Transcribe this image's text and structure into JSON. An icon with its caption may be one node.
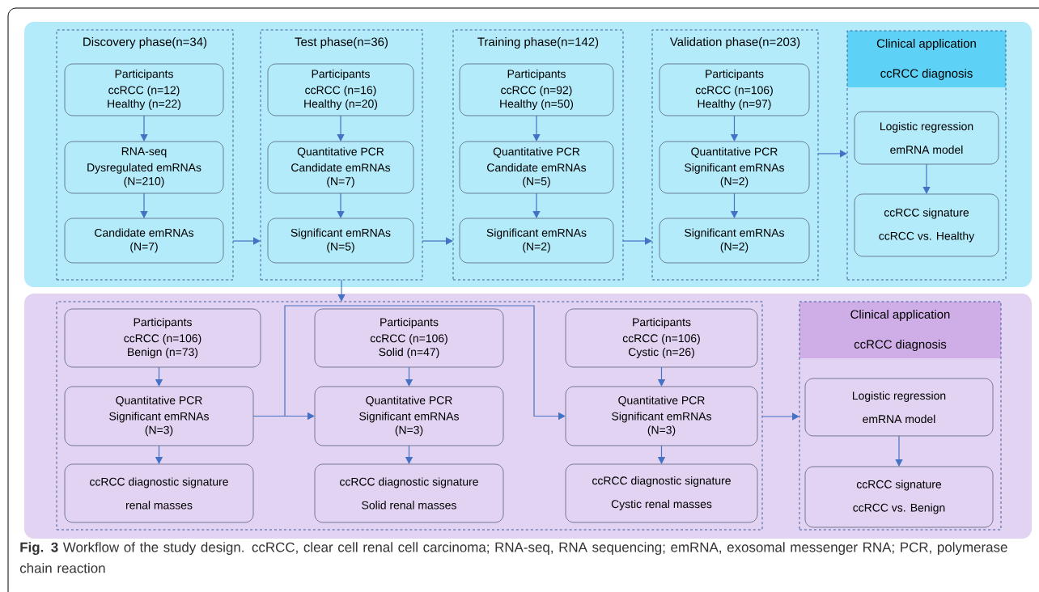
{
  "diagram": {
    "caption": "**Fig. 3** Workflow of the study design. ccRCC, clear cell renal cell carcinoma; RNA-seq, RNA sequencing; emRNA, exosomal messenger RNA; PCR, polymerase chain reaction",
    "nodes": [
      {
        "text": [
          "Discovery phase(n=34)"
        ]
      },
      {
        "text": [
          "Participants",
          "ccRCC (n=12) Healthy (n=22)"
        ],
        "in": 0
      },
      {
        "text": [
          "RNA-seq",
          "Dysregulated emRNAs (N=210)"
        ],
        "in": 0
      },
      {
        "text": [
          "Candidate emRNAs (N=7)"
        ],
        "in": 0
      },
      {
        "text": [
          "Test phase(n=36)"
        ]
      },
      {
        "text": [
          "Participants",
          "ccRCC (n=16) Healthy (n=20)"
        ],
        "in": 4
      },
      {
        "text": [
          "Quantitative PCR",
          "Candidate emRNAs (N=7)"
        ],
        "in": 4
      },
      {
        "text": [
          "Significant emRNAs (N=5)"
        ],
        "in": 4
      },
      {
        "text": [
          "Training phase(n=142)"
        ]
      },
      {
        "text": [
          "Participants",
          "ccRCC (n=92) Healthy (n=50)"
        ],
        "in": 8
      },
      {
        "text": [
          "Quantitative PCR",
          "Candidate emRNAs (N=5)"
        ],
        "in": 8
      },
      {
        "text": [
          "Significant emRNAs (N=2)"
        ],
        "in": 8
      },
      {
        "text": [
          "Validation phase(n=203)"
        ]
      },
      {
        "text": [
          "Participants",
          "ccRCC (n=106) Healthy (n=97)"
        ],
        "in": 12
      },
      {
        "text": [
          "Quantitative PCR",
          "Significant emRNAs (N=2)"
        ],
        "in": 12
      },
      {
        "text": [
          "Significant emRNAs (N=2)"
        ],
        "in": 12
      },
      {
        "text": [
          "Clinical application",
          "ccRCC diagnosis"
        ]
      },
      {
        "text": [
          "Logistic regression",
          "emRNA model"
        ],
        "in": 16
      },
      {
        "text": [
          "ccRCC signature",
          "ccRCC vs. Healthy"
        ],
        "in": 16
      },
      {
        "text": [],
        "shape": "box"
      },
      {
        "text": [
          "Participants",
          "ccRCC (n=106) Benign (n=73)"
        ],
        "in": 19
      },
      {
        "text": [
          "Quantitative PCR",
          "Significant emRNAs (N=3)"
        ],
        "in": 19
      },
      {
        "text": [
          "ccRCC diagnostic signature",
          "renal masses"
        ],
        "in": 19
      },
      {
        "text": [
          "Participants",
          "ccRCC (n=106) Solid (n=47)"
        ],
        "in": 19
      },
      {
        "text": [
          "Quantitative PCR",
          "Significant emRNAs (N=3)"
        ],
        "in": 19
      },
      {
        "text": [
          "ccRCC diagnostic signature",
          "Solid renal masses"
        ],
        "in": 19
      },
      {
        "text": [
          "Participants",
          "ccRCC (n=106) Cystic (n=26)"
        ],
        "in": 19
      },
      {
        "text": [
          "Quantitative PCR",
          "Significant emRNAs (N=3)"
        ],
        "in": 19
      },
      {
        "text": [
          "ccRCC diagnostic signature",
          "Cystic renal masses"
        ],
        "in": 19
      },
      {
        "text": [
          "Clinical application",
          "ccRCC diagnosis"
        ]
      },
      {
        "text": [
          "Logistic regression",
          "emRNA model"
        ],
        "in": 29
      },
      {
        "text": [
          "ccRCC signature",
          "ccRCC vs. Benign"
        ],
        "in": 29
      }
    ],
    "edges": [
      {
        "from": 1,
        "to": 2,
        "arrow": "to"
      },
      {
        "from": 2,
        "to": 3,
        "arrow": "to"
      },
      {
        "from": 5,
        "to": 6,
        "arrow": "to"
      },
      {
        "from": 6,
        "to": 7,
        "arrow": "to"
      },
      {
        "from": 9,
        "to": 10,
        "arrow": "to"
      },
      {
        "from": 10,
        "to": 11,
        "arrow": "to"
      },
      {
        "from": 13,
        "to": 14,
        "arrow": "to"
      },
      {
        "from": 14,
        "to": 15,
        "arrow": "to"
      },
      {
        "from": 17,
        "to": 18,
        "arrow": "to"
      },
      {
        "from": 0,
        "to": 4,
        "arrow": "to"
      },
      {
        "from": 4,
        "to": 8,
        "arrow": "to"
      },
      {
        "from": 8,
        "to": 12,
        "arrow": "to"
      },
      {
        "from": 12,
        "to": 16,
        "arrow": "to"
      },
      {
        "from": 4,
        "to": 19,
        "arrow": "to"
      },
      {
        "from": 20,
        "to": 21,
        "arrow": "to"
      },
      {
        "from": 21,
        "to": 22,
        "arrow": "to"
      },
      {
        "from": 21,
        "to": 24,
        "arrow": "to"
      },
      {
        "from": 21,
        "to": 27,
        "arrow": "to"
      },
      {
        "from": 23,
        "to": 24,
        "arrow": "to"
      },
      {
        "from": 24,
        "to": 25,
        "arrow": "to"
      },
      {
        "from": 26,
        "to": 27,
        "arrow": "to"
      },
      {
        "from": 27,
        "to": 28,
        "arrow": "to"
      },
      {
        "from": 19,
        "to": 29,
        "arrow": "to"
      },
      {
        "from": 30,
        "to": 31,
        "arrow": "to"
      }
    ]
  }
}
